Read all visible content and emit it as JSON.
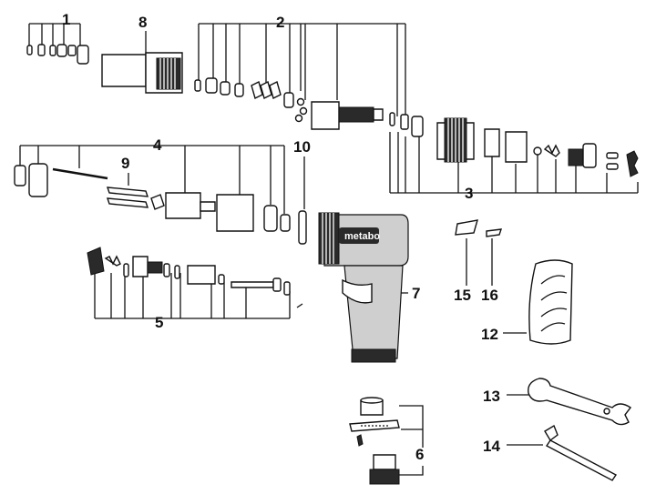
{
  "brand": "metabo",
  "callouts": {
    "c1": "1",
    "c2": "2",
    "c3": "3",
    "c4": "4",
    "c5": "5",
    "c6": "6",
    "c7": "7",
    "c8": "8",
    "c9": "9",
    "c10": "10",
    "c12": "12",
    "c13": "13",
    "c14": "14",
    "c15": "15",
    "c16": "16"
  }
}
